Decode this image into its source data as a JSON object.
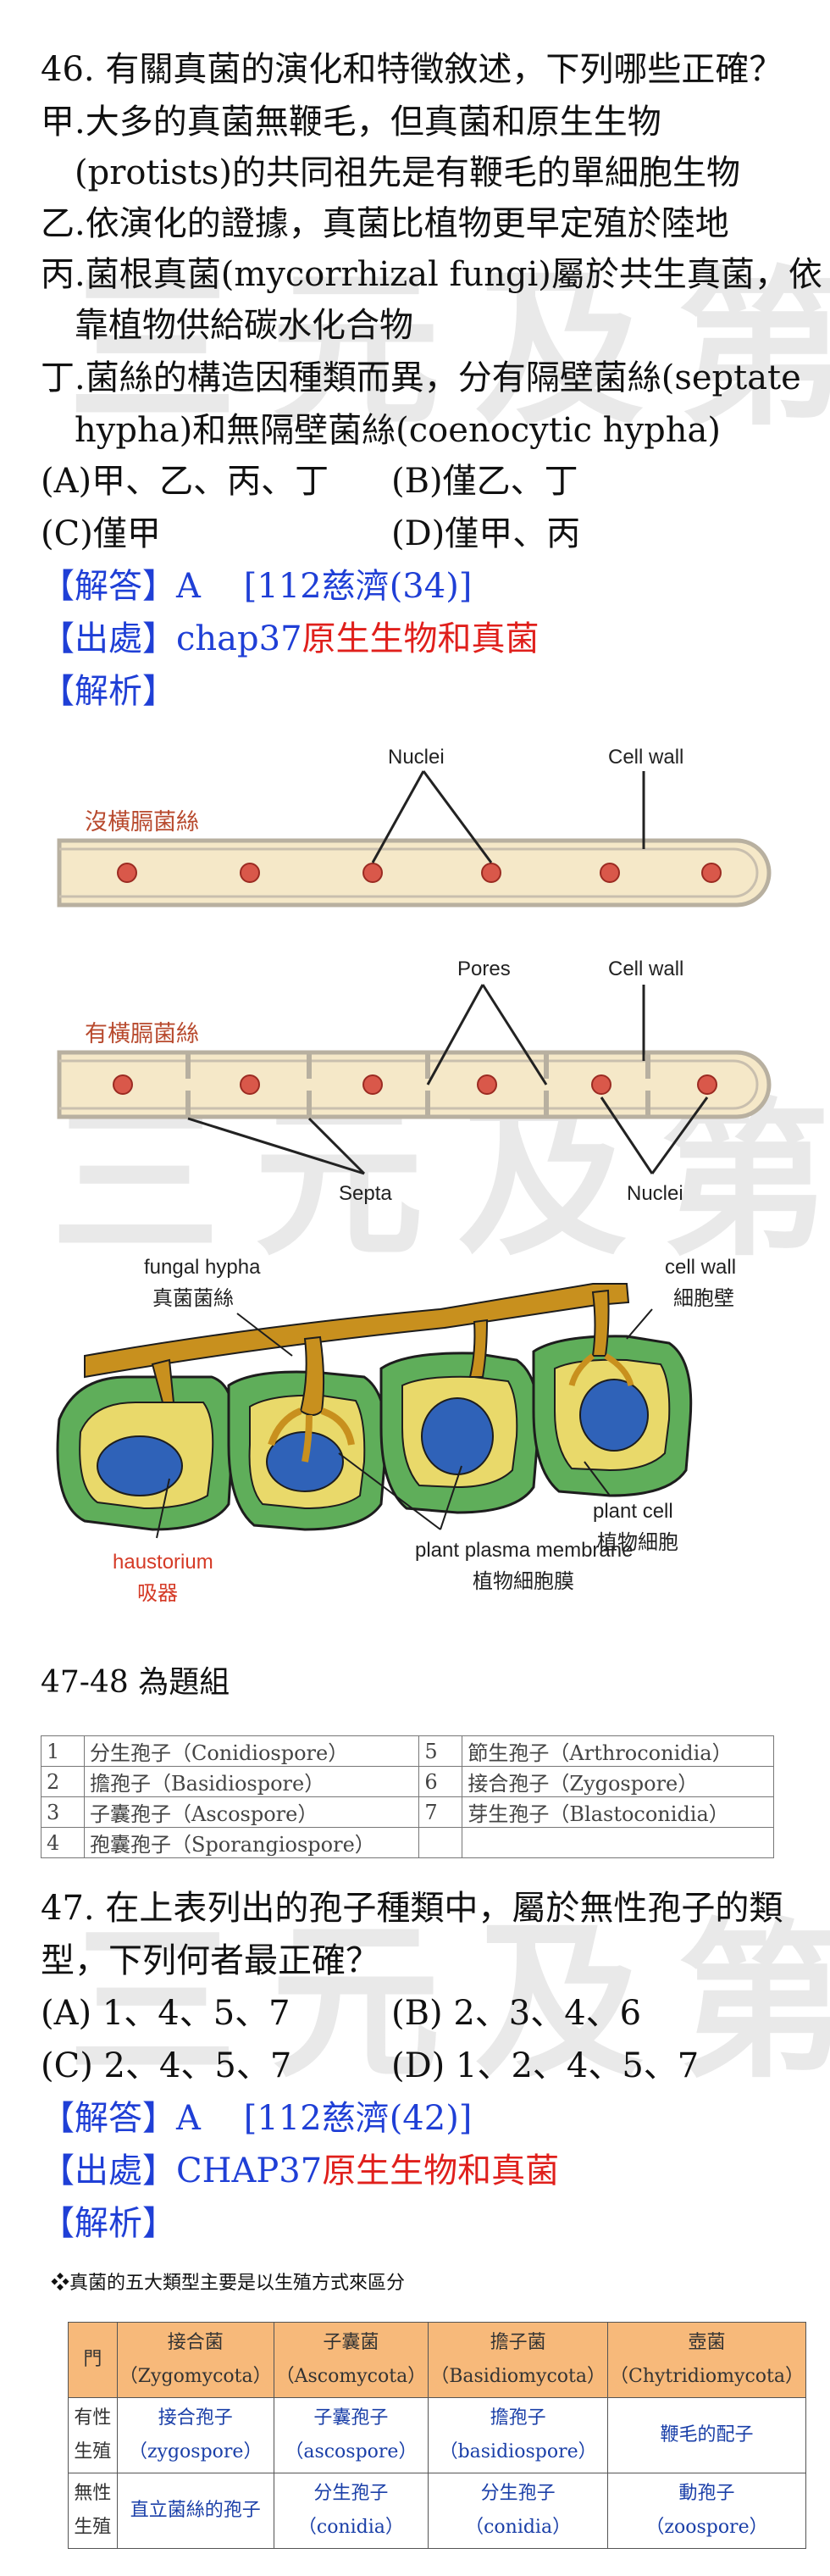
{
  "watermark": [
    "三元及第",
    "三元及第",
    "三元及第"
  ],
  "q46": {
    "stem": "46. 有關真菌的演化和特徵敘述，下列哪些正確？",
    "s1a": "甲.大多的真菌無鞭毛，但真菌和原生生物",
    "s1b": "(protists)的共同祖先是有鞭毛的單細胞生物",
    "s2": "乙.依演化的證據，真菌比植物更早定殖於陸地",
    "s3a": "丙.菌根真菌(mycorrhizal fungi)屬於共生真菌，依",
    "s3b": "靠植物供給碳水化合物",
    "s4a": "丁.菌絲的構造因種類而異，分有隔壁菌絲(septate",
    "s4b": "hypha)和無隔壁菌絲(coenocytic hypha)",
    "optA": "(A)甲、乙、丙、丁",
    "optB": "(B)僅乙、丁",
    "optC": "(C)僅甲",
    "optD": "(D)僅甲、丙",
    "ans_tag": "【解答】",
    "ans": "A",
    "ans_src": "[112慈濟(34)]",
    "src_tag": "【出處】",
    "src_chap": "chap37",
    "src_title": "原生生物和真菌",
    "exp_tag": "【解析】"
  },
  "fig1": {
    "coeno_cn": "沒橫膈菌絲",
    "nuclei": "Nuclei",
    "cellwall": "Cell wall",
    "septate_cn": "有橫膈菌絲",
    "pores": "Pores",
    "cellwall2": "Cell wall",
    "septa": "Septa",
    "nuclei2": "Nuclei"
  },
  "fig2": {
    "hypha_en": "fungal hypha",
    "hypha_cn": "真菌菌絲",
    "wall_en": "cell wall",
    "wall_cn": "細胞壁",
    "pcell_en": "plant cell",
    "pcell_cn": "植物細胞",
    "pm_en": "plant plasma membrane",
    "pm_cn": "植物細胞膜",
    "haus_en": "haustorium",
    "haus_cn": "吸器"
  },
  "group": "47-48  為題組",
  "spore_table": [
    [
      "1",
      "分生孢子（Conidiospore）",
      "5",
      "節生孢子（Arthroconidia）"
    ],
    [
      "2",
      "擔孢子（Basidiospore）",
      "6",
      "接合孢子（Zygospore）"
    ],
    [
      "3",
      "子囊孢子（Ascospore）",
      "7",
      "芽生孢子（Blastoconidia）"
    ],
    [
      "4",
      "孢囊孢子（Sporangiospore）",
      "",
      ""
    ]
  ],
  "q47": {
    "stem1": "47. 在上表列出的孢子種類中，屬於無性孢子的類",
    "stem2": "型，下列何者最正確？",
    "optA": "(A) 1、4、5、7",
    "optB": "(B) 2、3、4、6",
    "optC": "(C) 2、4、5、7",
    "optD": "(D) 1、2、4、5、7",
    "ans_tag": "【解答】",
    "ans": "A",
    "ans_src": "[112慈濟(42)]",
    "src_tag": "【出處】",
    "src_chap": "CHAP37",
    "src_title": "原生生物和真菌",
    "exp_tag": "【解析】"
  },
  "fungi_note": "❖真菌的五大類型主要是以生殖方式來區分",
  "fungi_table": {
    "header": [
      [
        "門",
        ""
      ],
      [
        "接合菌",
        "（Zygomycota）"
      ],
      [
        "子囊菌",
        "（Ascomycota）"
      ],
      [
        "擔子菌",
        "（Basidiomycota）"
      ],
      [
        "壺菌",
        "（Chytridiomycota）"
      ]
    ],
    "sexual": {
      "label": [
        "有性",
        "生殖"
      ],
      "cells": [
        [
          "接合孢子",
          "（zygospore）"
        ],
        [
          "子囊孢子",
          "（ascospore）"
        ],
        [
          "擔孢子",
          "（basidiospore）"
        ],
        [
          "鞭毛的配子",
          ""
        ]
      ]
    },
    "asexual": {
      "label": [
        "無性",
        "生殖"
      ],
      "cells": [
        [
          "直立菌絲的孢子",
          ""
        ],
        [
          "分生孢子",
          "（conidia）"
        ],
        [
          "分生孢子",
          "（conidia）"
        ],
        [
          "動孢子",
          "（zoospore）"
        ]
      ]
    }
  }
}
